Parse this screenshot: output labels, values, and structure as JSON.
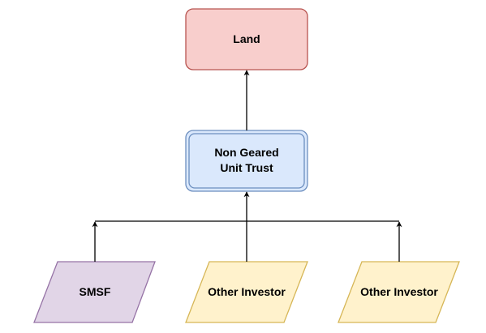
{
  "diagram": {
    "nodes": {
      "land": {
        "label": "Land",
        "fill": "#f8cecc",
        "stroke": "#b85450"
      },
      "trust": {
        "line1": "Non Geared",
        "line2": "Unit Trust",
        "fill": "#dae8fc",
        "stroke": "#6c8ebf"
      },
      "smsf": {
        "label": "SMSF",
        "fill": "#e1d5e7",
        "stroke": "#9673a6"
      },
      "investor_1": {
        "label": "Other Investor",
        "fill": "#fff2cc",
        "stroke": "#d6b656"
      },
      "investor_2": {
        "label": "Other Investor",
        "fill": "#fff2cc",
        "stroke": "#d6b656"
      }
    },
    "edges": [
      {
        "from": "trust",
        "to": "land"
      },
      {
        "from": "smsf",
        "to": "trust"
      },
      {
        "from": "investor_1",
        "to": "trust"
      },
      {
        "from": "investor_2",
        "to": "trust"
      }
    ],
    "edge_color": "#000000"
  }
}
